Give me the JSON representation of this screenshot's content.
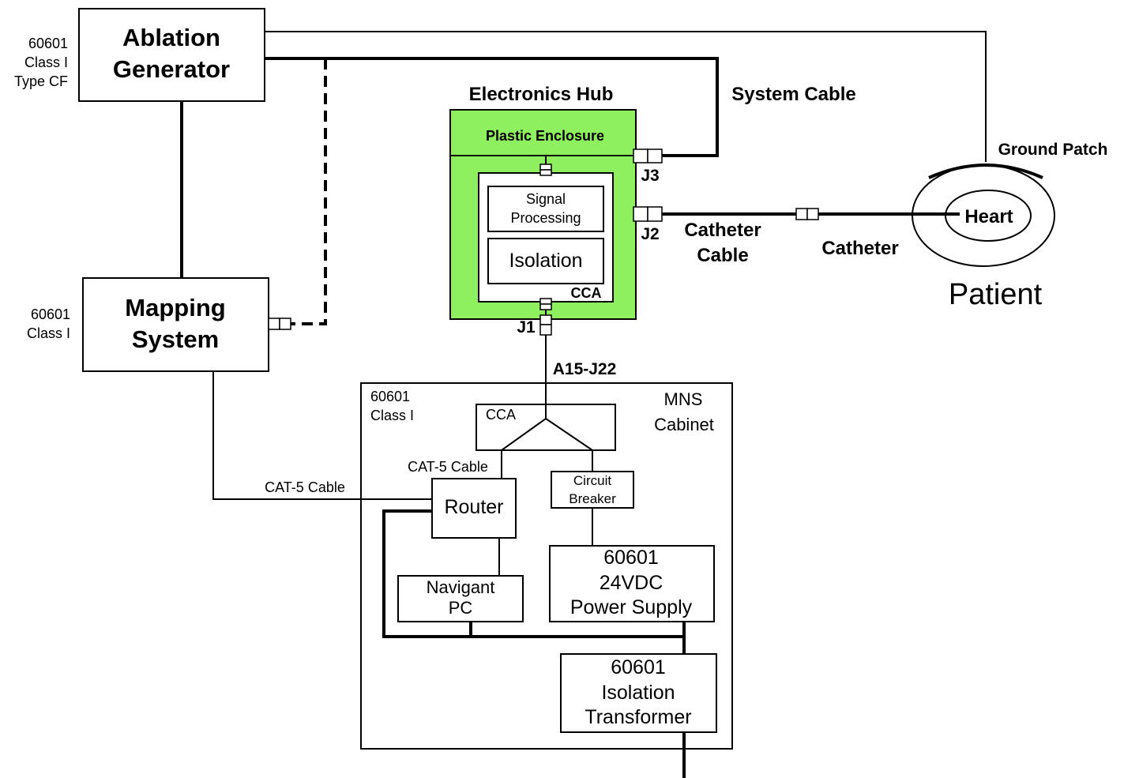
{
  "ablation_generator": {
    "title_line1": "Ablation",
    "title_line2": "Generator",
    "rating": [
      "60601",
      "Class I",
      "Type CF"
    ]
  },
  "mapping_system": {
    "title_line1": "Mapping",
    "title_line2": "System",
    "rating": [
      "60601",
      "Class I"
    ]
  },
  "electronics_hub": {
    "title": "Electronics Hub",
    "enclosure_label": "Plastic Enclosure",
    "signal_processing": [
      "Signal",
      "Processing"
    ],
    "isolation": "Isolation",
    "cca": "CCA",
    "connectors": {
      "j1": "J1",
      "j2": "J2",
      "j3": "J3"
    },
    "colors": {
      "enclosure": "#8ef05e"
    }
  },
  "cables": {
    "system_cable": "System Cable",
    "catheter_cable": [
      "Catheter",
      "Cable"
    ],
    "catheter": "Catheter",
    "a15_j22": "A15-J22",
    "cat5_outer": "CAT-5 Cable",
    "cat5_inner": "CAT-5 Cable"
  },
  "patient": {
    "ground_patch": "Ground Patch",
    "heart": "Heart",
    "label": "Patient"
  },
  "mns_cabinet": {
    "rating": [
      "60601",
      "Class I"
    ],
    "title": [
      "MNS",
      "Cabinet"
    ],
    "cca": "CCA",
    "circuit_breaker": [
      "Circuit",
      "Breaker"
    ],
    "router": "Router",
    "navigant_pc": [
      "Navigant",
      "PC"
    ],
    "power_supply": [
      "60601",
      "24VDC",
      "Power Supply"
    ],
    "isolation_transformer": [
      "60601",
      "Isolation",
      "Transformer"
    ]
  }
}
